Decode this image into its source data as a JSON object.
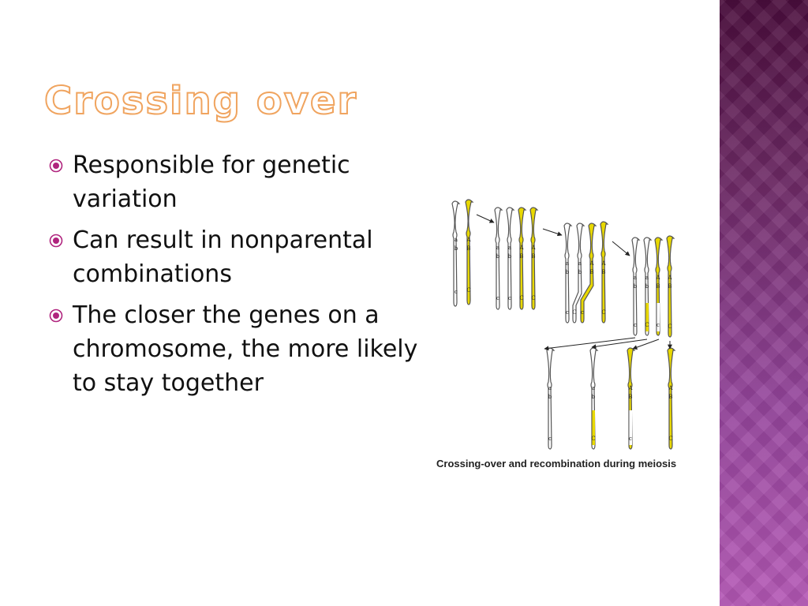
{
  "slide": {
    "title": "Crossing over",
    "bullets": [
      "Responsible for genetic variation",
      "Can result in nonparental combinations",
      "The closer the genes on a chromosome, the more likely to stay together"
    ],
    "figure_caption": "Crossing-over and recombination  during meiosis",
    "figure_labels": {
      "a": "a",
      "b": "b",
      "c": "c",
      "A": "A",
      "B": "B",
      "C": "C"
    }
  },
  "colors": {
    "title": "#f0a45f",
    "bullet": "#b0247e",
    "chromosome_yellow": "#e8d800",
    "side_band_top": "#4a0d3c",
    "side_band_bottom": "#b457b5"
  }
}
